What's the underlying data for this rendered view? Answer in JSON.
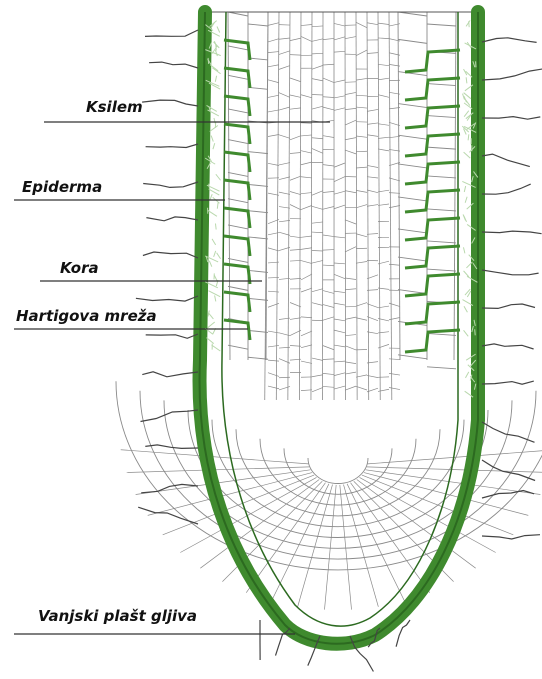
{
  "diagram": {
    "labels": {
      "xylem": "Ksilem",
      "epidermis": "Epiderma",
      "cortex": "Kora",
      "hartig_net": "Hartigova mreža",
      "mantle": "Vanjski plašt gljiva"
    },
    "colors": {
      "fungus": "#3f8a2e",
      "fungus_dark": "#2c6a20",
      "cell_wall": "#8a8a8a",
      "leader": "#333333"
    }
  }
}
